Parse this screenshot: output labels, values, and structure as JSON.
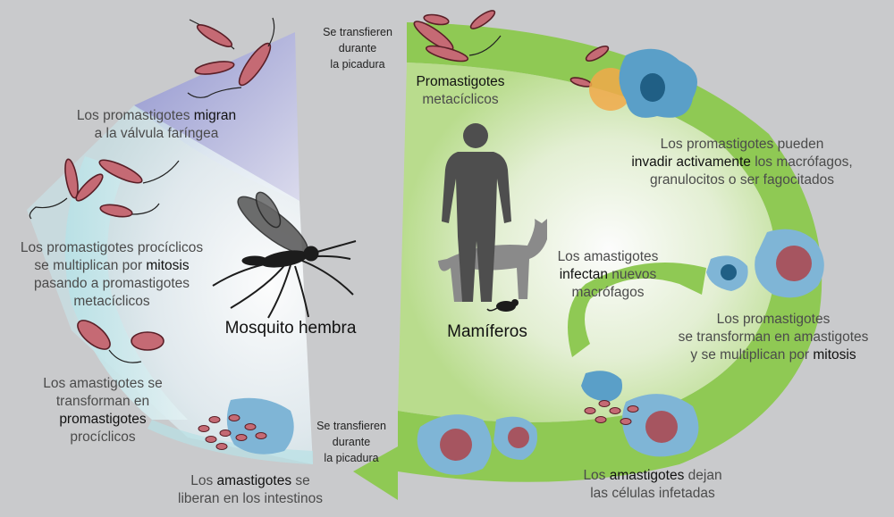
{
  "colors": {
    "background": "#c9cacc",
    "mosquito_stage_violet": "#8c90cf",
    "mosquito_stage_cyan": "#b8e1e6",
    "mammal_cycle_green": "#8fc954",
    "promastigote_body": "#c56a74",
    "macrophage_blue": "#5a9fc8",
    "infected_cell_blue": "#7fb5d6",
    "granulocyte_orange": "#f1a94a"
  },
  "icons": {
    "mosquito": "mosquito-icon",
    "human": "human-silhouette-icon",
    "dog": "dog-silhouette-icon",
    "rodent": "rodent-icon",
    "promastigote": "promastigote-icon",
    "macrophage": "macrophage-icon",
    "infected_cell": "infected-cell-icon",
    "granulocyte": "granulocyte-icon",
    "amastigotes": "amastigote-cluster-icon"
  },
  "hosts": {
    "mosquito": "Mosquito hembra",
    "mammal": "Mamíferos"
  },
  "transfer_top": "Se transfieren\ndurante\nla picadura",
  "transfer_bottom": "Se transfieren\ndurante\nla picadura",
  "steps": {
    "metacyclic": {
      "em": "Promastigotes",
      "rest": "metacíclicos"
    },
    "invade": {
      "line1": "Los promastigotes pueden",
      "em": "invadir activamente",
      "after": " los macrófagos,",
      "line3": "granulocitos o ser fagocitados"
    },
    "infect": {
      "line1": "Los amastigotes",
      "em": "infectan",
      "after": " nuevos",
      "line3": "macrófagos"
    },
    "transform": {
      "line1": "Los promastigotes",
      "line2": "se transforman en amastigotes",
      "line3a": "y se multiplican por ",
      "em": "mitosis"
    },
    "leave": {
      "before": "Los ",
      "em": "amastigotes",
      "after": " dejan",
      "line2": "las células infetadas"
    },
    "release": {
      "before": "Los ",
      "em": "amastigotes",
      "after": " se",
      "line2": "liberan en los intestinos"
    },
    "procyclic": {
      "line1": "Los amastigotes se",
      "line2": "transforman en",
      "em": "promastigotes",
      "line4": "procíclicos"
    },
    "multiply": {
      "line1": "Los promastigotes procíclicos",
      "line2a": "se multiplican por ",
      "em": "mitosis",
      "line3": "pasando a promastigotes",
      "line4": "metacíclicos"
    },
    "migrate": {
      "before": "Los promastigotes ",
      "em": "migran",
      "line2": "a la válvula faríngea"
    }
  }
}
